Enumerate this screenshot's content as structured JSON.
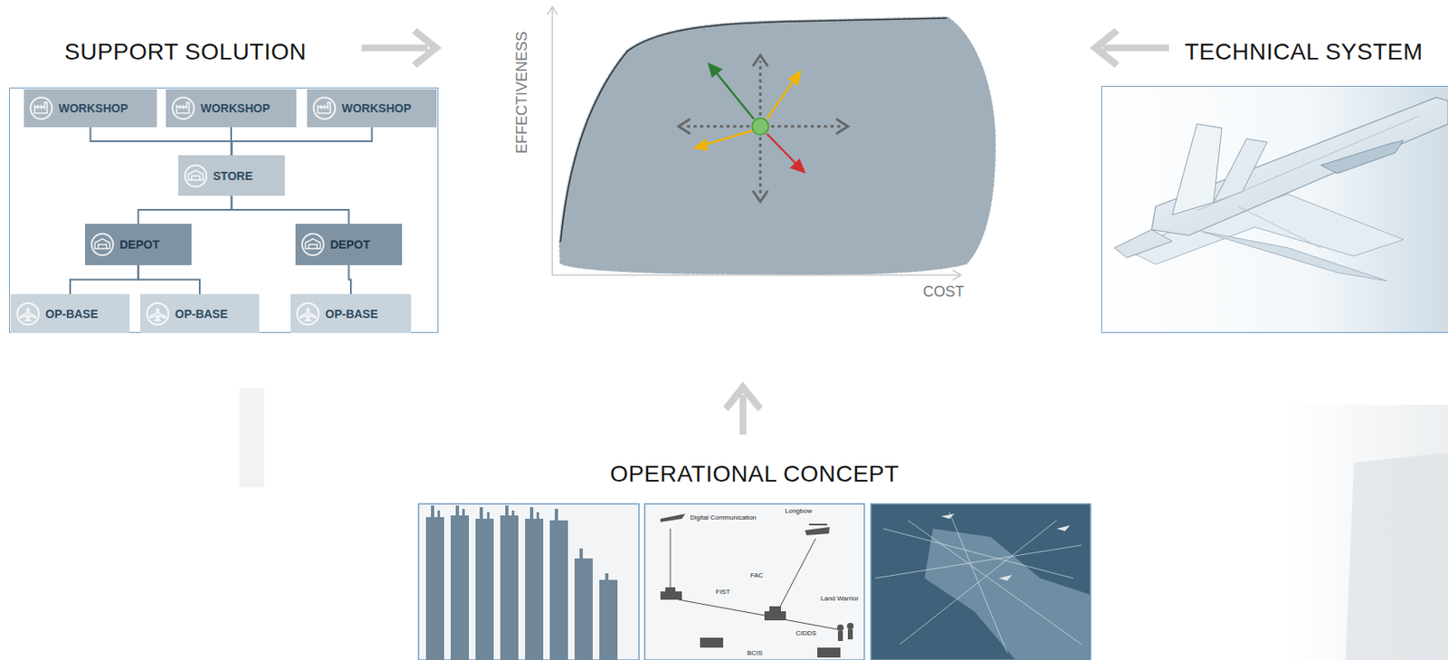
{
  "diagram": {
    "nodes": [
      {
        "text": [
          "SUPPORT SOLUTION"
        ]
      },
      {
        "text": [
          "WORKSHOP"
        ],
        "in": 0
      },
      {
        "text": [
          "WORKSHOP"
        ],
        "in": 0
      },
      {
        "text": [
          "WORKSHOP"
        ],
        "in": 0
      },
      {
        "text": [
          "STORE"
        ],
        "in": 0
      },
      {
        "text": [
          "DEPOT"
        ],
        "in": 0
      },
      {
        "text": [
          "DEPOT"
        ],
        "in": 0
      },
      {
        "text": [
          "OP-BASE"
        ],
        "in": 0
      },
      {
        "text": [
          "OP-BASE"
        ],
        "in": 0
      },
      {
        "text": [
          "OP-BASE"
        ],
        "in": 0
      },
      {
        "text": [
          "TECHNICAL SYSTEM"
        ]
      },
      {
        "text": [
          "OPERATIONAL CONCEPT"
        ]
      }
    ],
    "edges": [
      {
        "from": 1,
        "to": 4,
        "arrow": "none"
      },
      {
        "from": 2,
        "to": 4,
        "arrow": "none"
      },
      {
        "from": 3,
        "to": 4,
        "arrow": "none"
      },
      {
        "from": 4,
        "to": 5,
        "arrow": "none"
      },
      {
        "from": 4,
        "to": 6,
        "arrow": "none"
      },
      {
        "from": 5,
        "to": 7,
        "arrow": "none"
      },
      {
        "from": 5,
        "to": 8,
        "arrow": "none"
      },
      {
        "from": 6,
        "to": 9,
        "arrow": "none"
      }
    ],
    "labels": [
      "EFFECTIVENESS",
      "COST",
      "Digital Communication",
      "Longbow",
      "FAC",
      "FIST",
      "Land Warrior",
      "CIDDS",
      "BCIS"
    ]
  }
}
